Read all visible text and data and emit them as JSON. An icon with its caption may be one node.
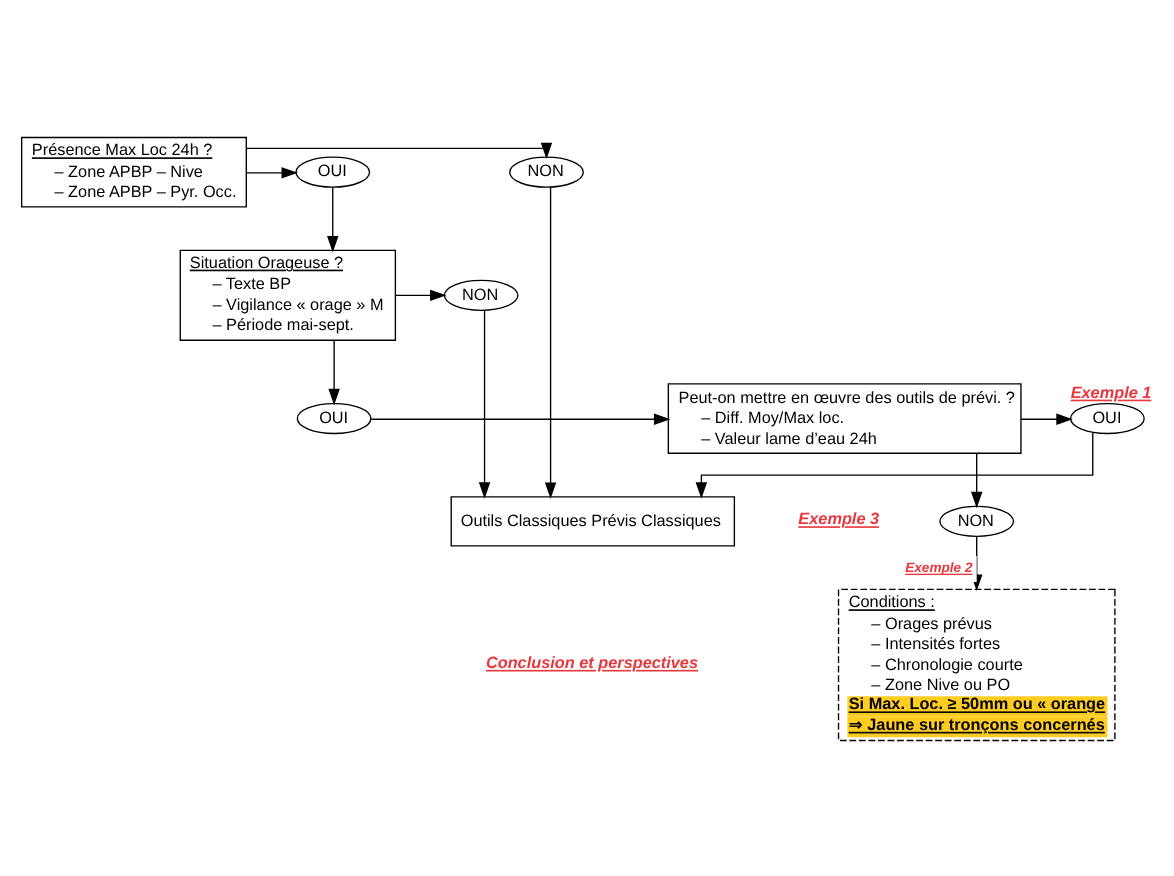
{
  "diagram": {
    "nodes": [
      {
        "text": [
          "Présence Max Loc 24h ?",
          "– Zone APBP – Nive",
          "– Zone APBP – Pyr. Occ."
        ]
      },
      {
        "text": [
          "NON"
        ]
      },
      {
        "text": [
          "OUI"
        ]
      },
      {
        "text": [
          "Situation Orageuse ?",
          "– Texte BP",
          "– Vigilance « orage » M",
          "– Période mai-sept."
        ]
      },
      {
        "text": [
          "NON"
        ]
      },
      {
        "text": [
          "OUI"
        ]
      },
      {
        "text": [
          "Peut-on mettre en œuvre des outils de prévi. ?",
          "– Diff. Moy/Max loc.",
          "– Valeur lame d’eau 24h"
        ]
      },
      {
        "text": [
          "OUI"
        ],
        "beside": [
          "Exemple 1"
        ]
      },
      {
        "text": [
          "NON"
        ]
      },
      {
        "text": [
          "Outils Classiques Prévis Classiques"
        ]
      },
      {
        "text": [
          "Conditions :",
          "– Orages prévus",
          "– Intensités fortes",
          "– Chronologie courte",
          "– Zone Nive ou PO",
          "Si Max. Loc. ≥ 50mm ou « orange",
          "⇒ Jaune sur tronçons concernés"
        ]
      }
    ],
    "edges": [
      {
        "from": 0,
        "to": 1,
        "arrow": "to"
      },
      {
        "from": 0,
        "to": 2,
        "arrow": "to"
      },
      {
        "from": 2,
        "to": 3,
        "arrow": "to"
      },
      {
        "from": 3,
        "to": 4,
        "arrow": "to"
      },
      {
        "from": 3,
        "to": 5,
        "arrow": "to"
      },
      {
        "from": 5,
        "to": 6,
        "arrow": "to"
      },
      {
        "from": 6,
        "to": 7,
        "arrow": "to"
      },
      {
        "from": 6,
        "to": 8,
        "arrow": "to"
      },
      {
        "from": 8,
        "to": 10,
        "arrow": "to",
        "label": "Exemple 2"
      },
      {
        "from": 1,
        "to": 9,
        "arrow": "to"
      },
      {
        "from": 4,
        "to": 9,
        "arrow": "to"
      },
      {
        "from": 7,
        "to": 9,
        "arrow": "to"
      }
    ],
    "labels": [
      "Exemple 3",
      "Conclusion et perspectives"
    ]
  }
}
